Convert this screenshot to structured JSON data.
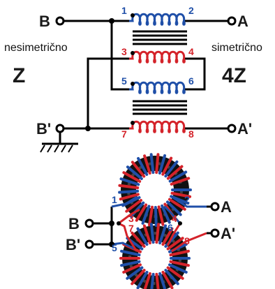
{
  "labels": {
    "left_side": "nesimetrično",
    "right_side": "simetrično",
    "z_left": "Z",
    "z_right": "4Z"
  },
  "terminals": {
    "b": "B",
    "b_prime": "B'",
    "a": "A",
    "a_prime": "A'"
  },
  "pins": [
    "1",
    "2",
    "3",
    "4",
    "5",
    "6",
    "7",
    "8"
  ],
  "colors": {
    "primary_winding": "#1f4fa8",
    "secondary_winding": "#d4232a",
    "core_and_wires": "#000000"
  },
  "icons": {
    "ground": "ground-icon"
  }
}
